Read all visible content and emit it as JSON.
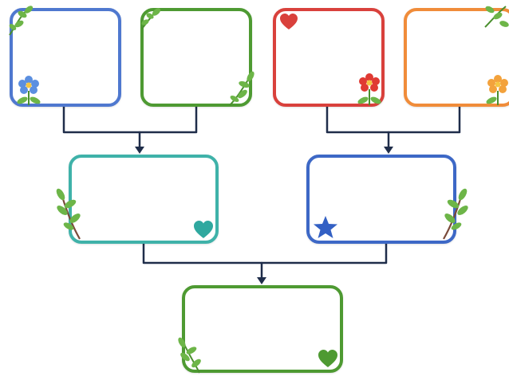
{
  "colors": {
    "connector": "#1f2d4a",
    "blue": "#4f78cf",
    "green": "#4e9a32",
    "red": "#d9413c",
    "orange": "#f08c3a",
    "teal": "#3fb2a9",
    "deep_blue": "#3d68c6",
    "leaf": "#6db548",
    "leaf_dark": "#4a8f2e",
    "stem": "#7a4a3a"
  },
  "boxes": {
    "grandparent_1": {
      "label": "",
      "color": "blue"
    },
    "grandparent_2": {
      "label": "",
      "color": "green"
    },
    "grandparent_3": {
      "label": "",
      "color": "red"
    },
    "grandparent_4": {
      "label": "",
      "color": "orange"
    },
    "parent_1": {
      "label": "",
      "color": "teal"
    },
    "parent_2": {
      "label": "",
      "color": "deep_blue"
    },
    "child": {
      "label": "",
      "color": "green"
    }
  },
  "decorations": {
    "grandparent_1": [
      "leaf-sprig",
      "blue-flower"
    ],
    "grandparent_2": [
      "leaf-sprig",
      "leaf-branch"
    ],
    "grandparent_3": [
      "red-heart",
      "red-flower"
    ],
    "grandparent_4": [
      "leaf-sprig",
      "orange-flower"
    ],
    "parent_1": [
      "leaf-branch",
      "teal-heart"
    ],
    "parent_2": [
      "blue-star",
      "leaf-branch"
    ],
    "child": [
      "leaf-branch",
      "green-heart"
    ]
  }
}
